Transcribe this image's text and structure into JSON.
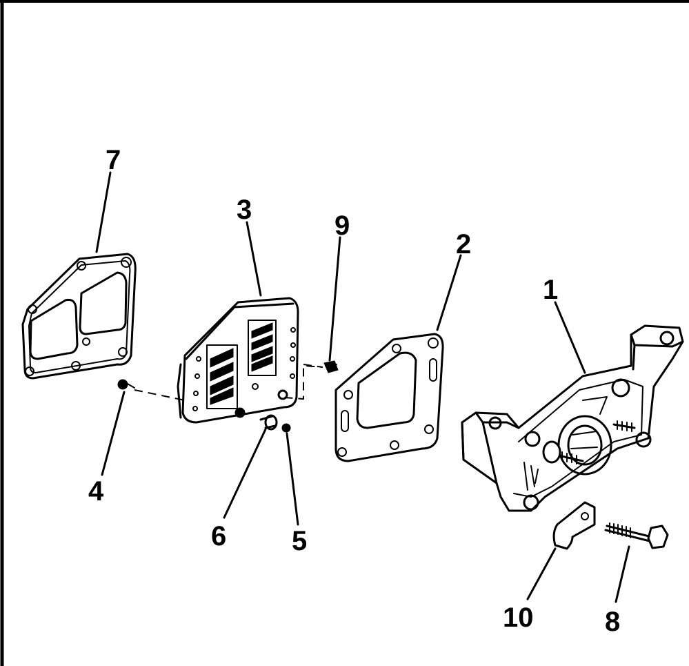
{
  "diagram": {
    "colors": {
      "ink": "#000000",
      "paper": "#ffffff"
    },
    "callouts": {
      "c1": "1",
      "c2": "2",
      "c3": "3",
      "c4": "4",
      "c5": "5",
      "c6": "6",
      "c7": "7",
      "c8": "8",
      "c9": "9",
      "c10": "10"
    }
  }
}
